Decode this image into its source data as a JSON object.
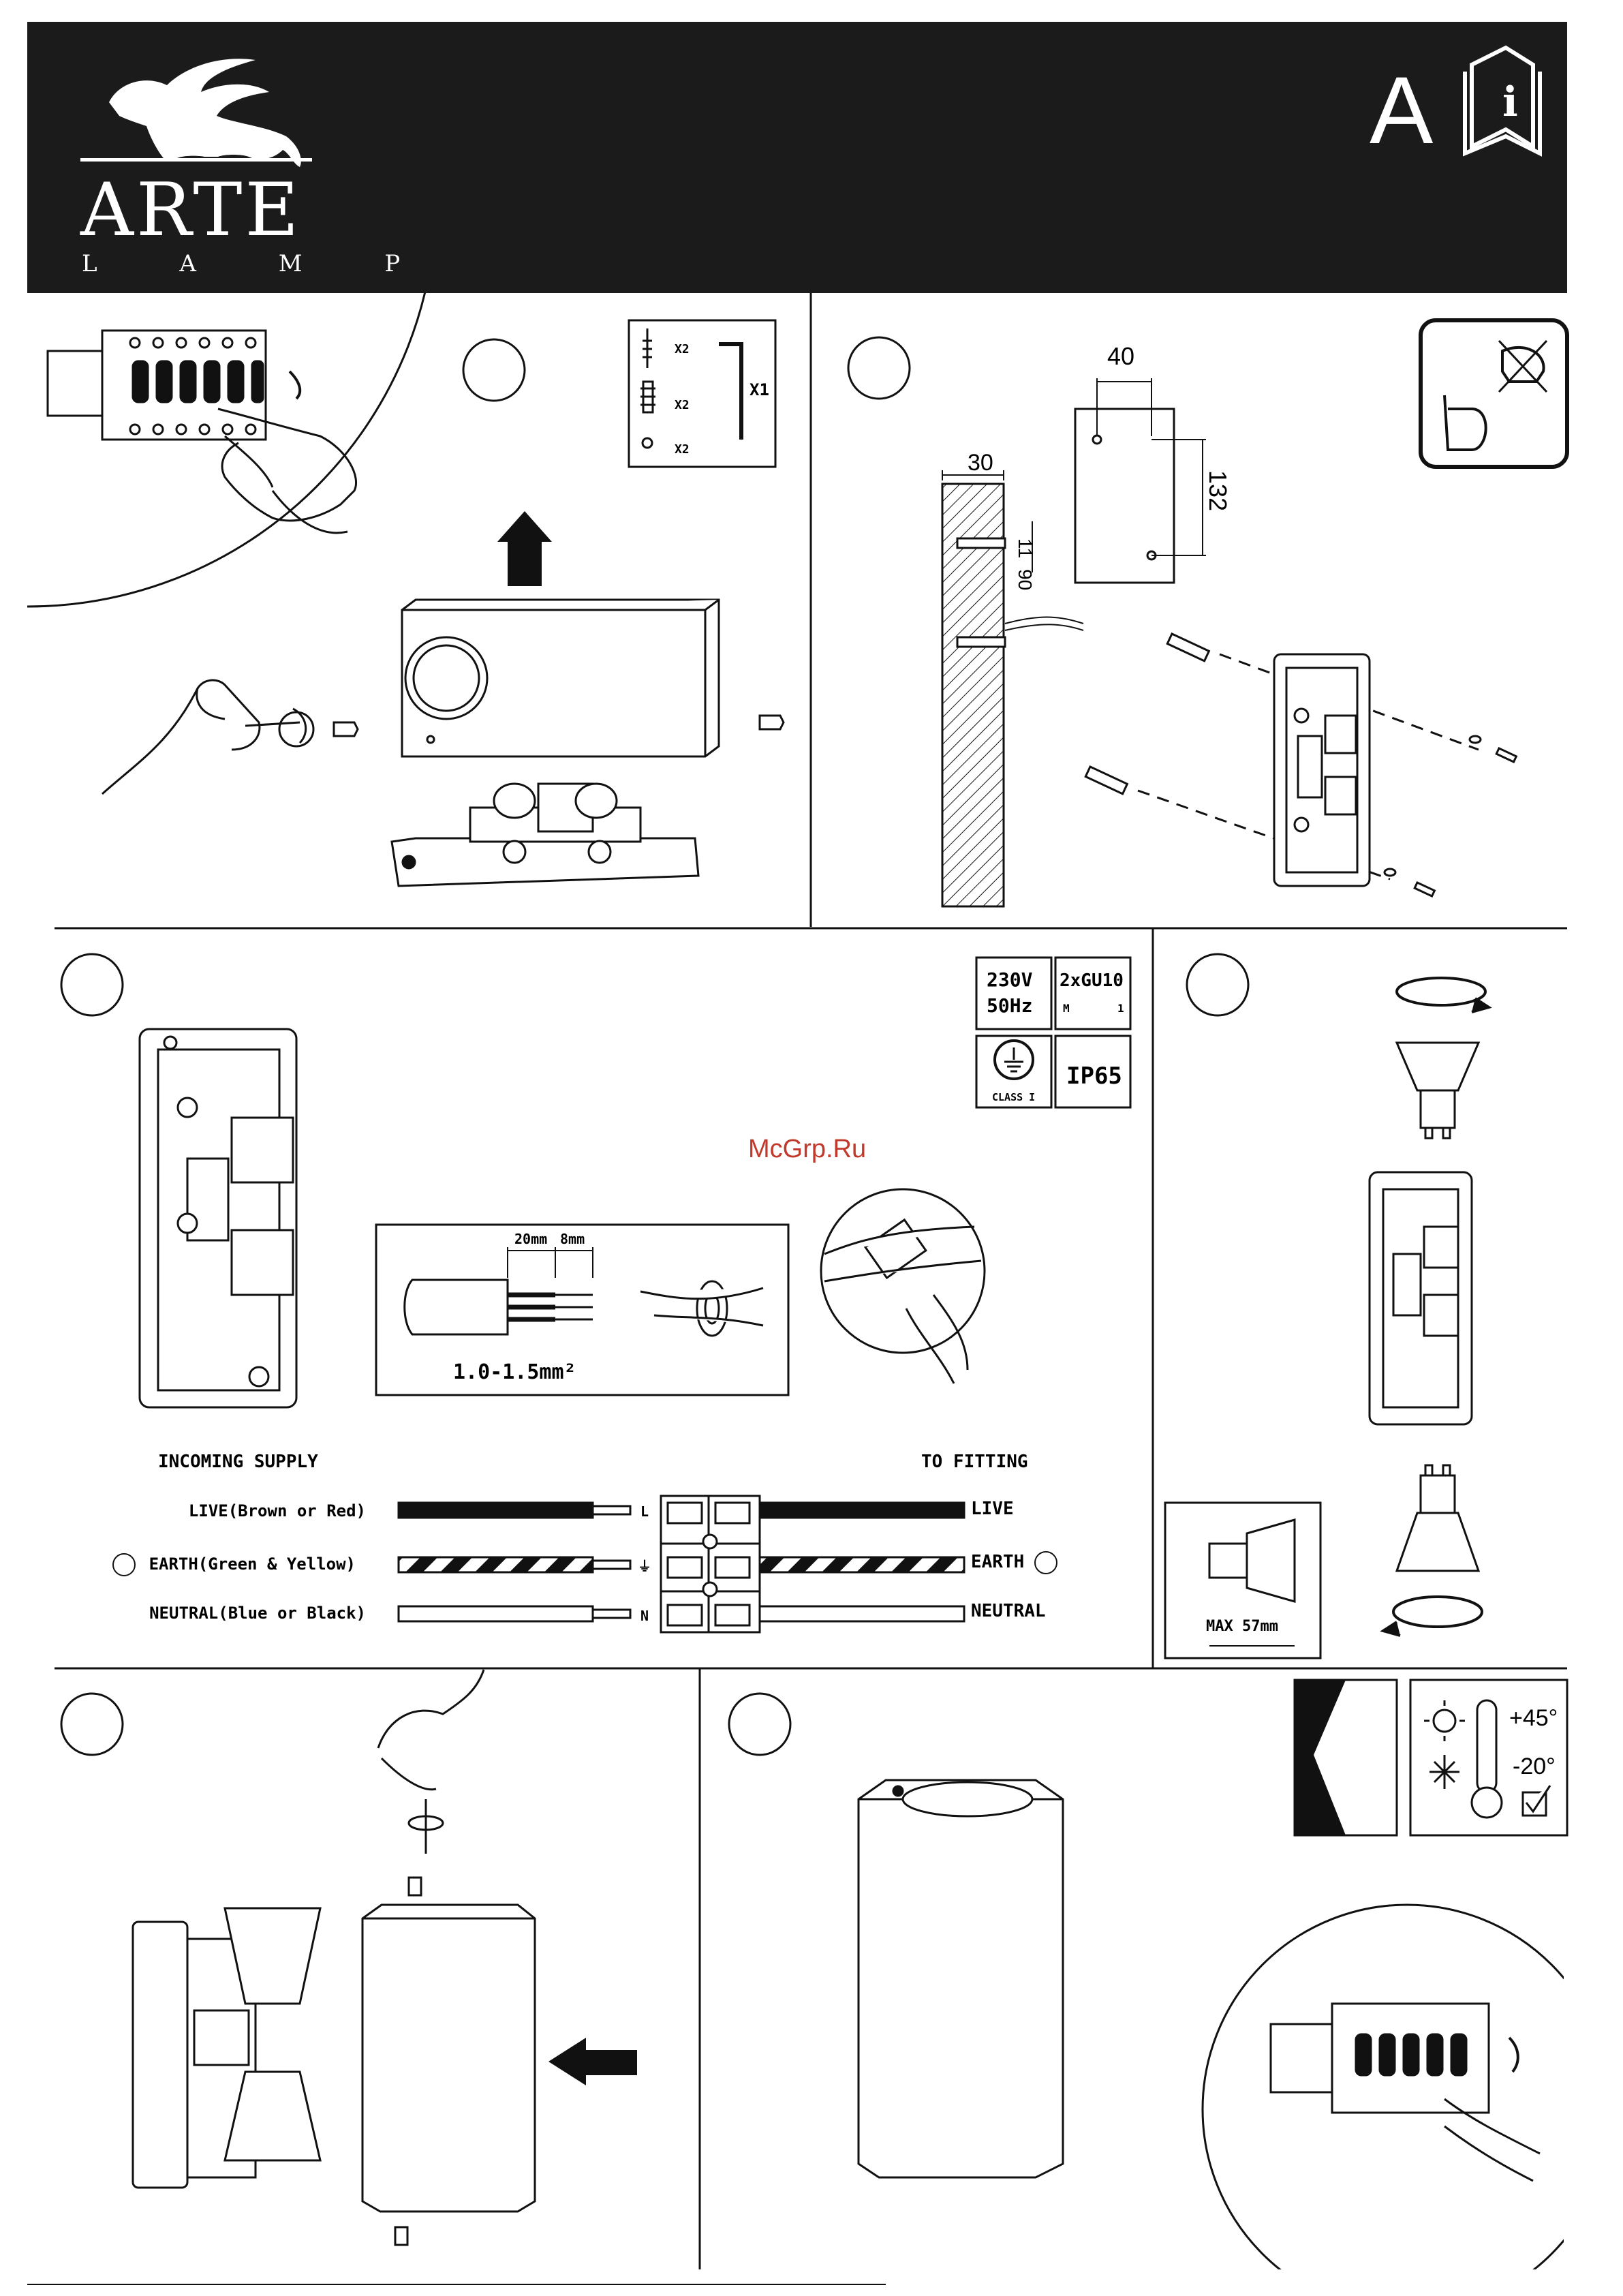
{
  "brand": {
    "name": "ARTE",
    "sub": "L A M P"
  },
  "header": {
    "letter": "A"
  },
  "panel1": {
    "screw_qty": "X2",
    "anchor_qty": "X2",
    "washer_qty": "X2",
    "key_qty": "X1"
  },
  "panel2": {
    "dim_40": "40",
    "dim_30": "30",
    "dim_132": "132",
    "dim_11": "11",
    "dim_90": "90"
  },
  "specs": {
    "voltage": "230V",
    "freq": "50Hz",
    "lamp": "2xGU10",
    "lamp_sub_left": "M",
    "lamp_sub_right": "1",
    "class_label": "CLASS I",
    "ip": "IP65"
  },
  "watermark": "McGrp.Ru",
  "strip": {
    "len1": "20mm",
    "len2": "8mm",
    "section": "1.0-1.5mm²"
  },
  "wiring": {
    "incoming_title": "INCOMING SUPPLY",
    "fitting_title": "TO FITTING",
    "rows": [
      {
        "left": "LIVE(Brown or Red)",
        "letter": "L",
        "right": "LIVE"
      },
      {
        "left": "EARTH(Green & Yellow)",
        "letter": "⏚",
        "right": "EARTH"
      },
      {
        "left": "NEUTRAL(Blue or Black)",
        "letter": "N",
        "right": "NEUTRAL"
      }
    ]
  },
  "panel4": {
    "max_label": "MAX 57mm"
  },
  "panel6": {
    "temp_max": "+45°",
    "temp_min": "-20°"
  },
  "colors": {
    "header_bg": "#1b1b1b",
    "line": "#111111",
    "watermark": "#c0392b"
  }
}
